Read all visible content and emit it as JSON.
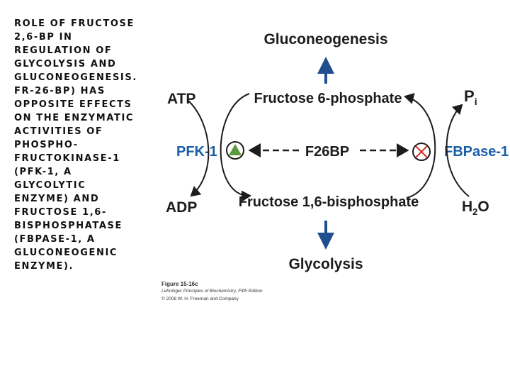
{
  "slide_text": "ROLE OF FRUCTOSE\n2,6-BP IN\nREGULATION OF\nGLYCOLYSIS AND\nGLUCONEOGENESIS.\nFR-26-BP) HAS\nOPPOSITE EFFECTS\nON THE ENZYMATIC\nACTIVITIES OF\nPHOSPHO-\nFRUCTOKINASE-1\n(PFK-1, A\nGLYCOLYTIC\nENZYME) AND\nFRUCTOSE 1,6-\nBISPHOSPHATASE\n(FBPASE-1, A\nGLUCONEOGENIC\nENZYME).",
  "diagram": {
    "gluconeogenesis": "Gluconeogenesis",
    "glycolysis": "Glycolysis",
    "fructose_6_phosphate": "Fructose 6-phosphate",
    "fructose_16_bisphosphate": "Fructose 1,6-bisphosphate",
    "f26bp": "F26BP",
    "pfk1": "PFK-1",
    "fbpase1": "FBPase-1",
    "atp": "ATP",
    "adp": "ADP",
    "pi": "P",
    "pi_sub": "i",
    "h2o_h": "H",
    "h2o_sub": "2",
    "h2o_o": "O"
  },
  "credit": {
    "figure": "Figure 15-16c",
    "book": "Lehninger Principles of Biochemistry, Fifth Edition",
    "copyright": "© 2008 W. H. Freeman and Company"
  },
  "colors": {
    "enzyme_blue": "#1a5ea8",
    "arrow_blue": "#1f4f8f",
    "activator_green": "#5a9a3c",
    "inhibitor_red": "#d0342c"
  }
}
